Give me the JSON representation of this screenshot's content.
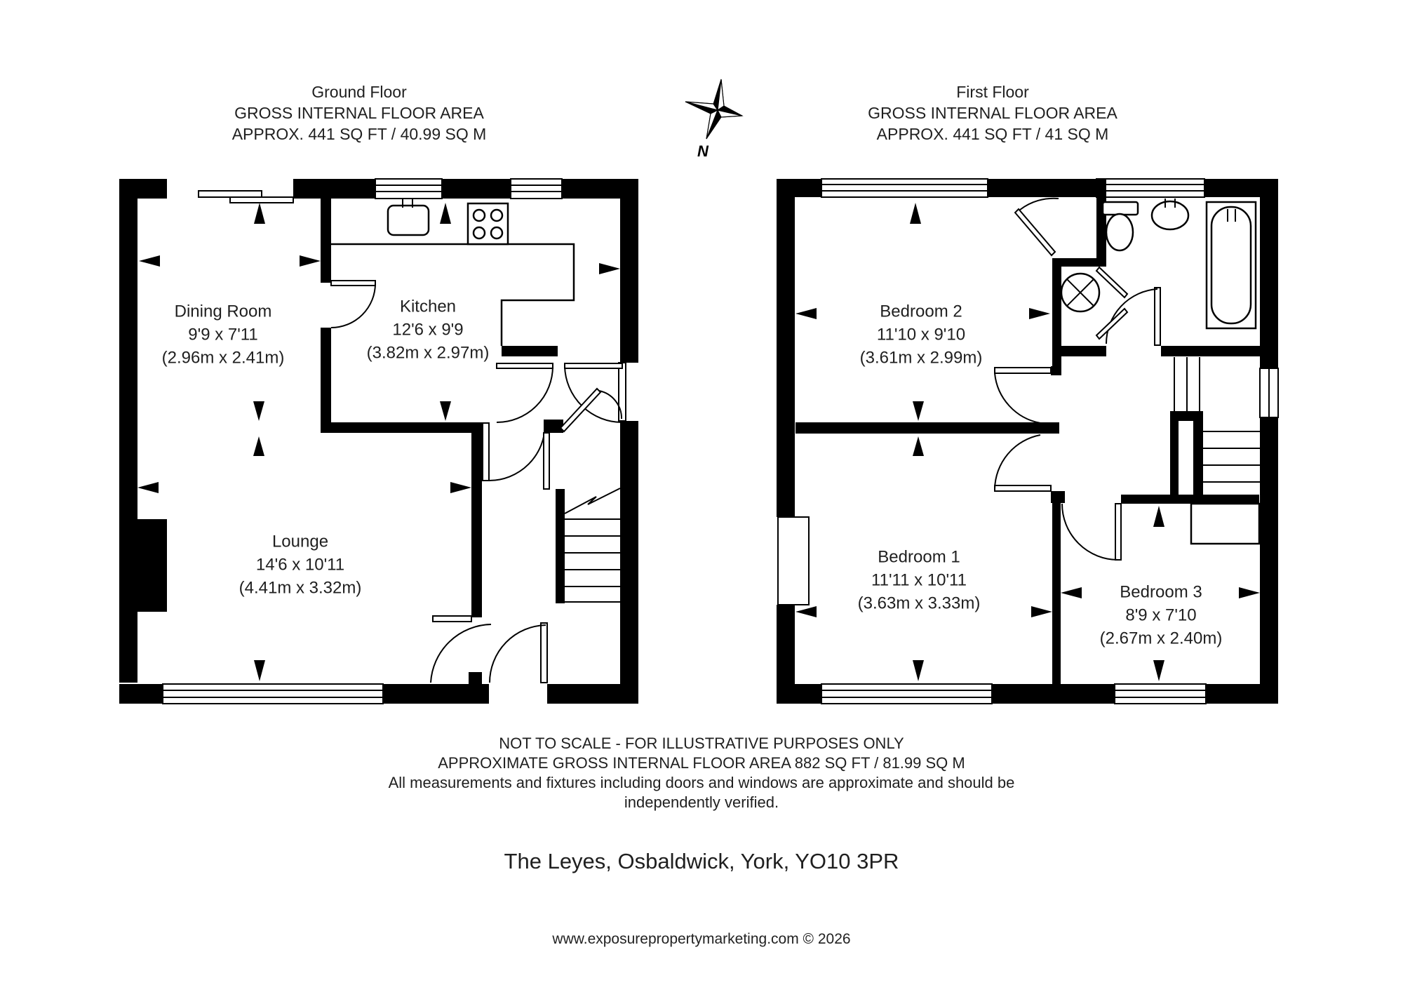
{
  "header_ground": {
    "title": "Ground Floor",
    "line1": "GROSS INTERNAL FLOOR AREA",
    "line2": "APPROX. 441 SQ FT / 40.99 SQ M"
  },
  "header_first": {
    "title": "First Floor",
    "line1": "GROSS INTERNAL FLOOR AREA",
    "line2": "APPROX. 441 SQ FT / 41 SQ M"
  },
  "compass": {
    "label": "N"
  },
  "ground_floor": {
    "rooms": [
      {
        "name": "Dining Room",
        "imperial": "9'9 x 7'11",
        "metric": "(2.96m x 2.41m)"
      },
      {
        "name": "Kitchen",
        "imperial": "12'6 x 9'9",
        "metric": "(3.82m x 2.97m)"
      },
      {
        "name": "Lounge",
        "imperial": "14'6 x 10'11",
        "metric": "(4.41m x 3.32m)"
      }
    ]
  },
  "first_floor": {
    "rooms": [
      {
        "name": "Bedroom 2",
        "imperial": "11'10 x 9'10",
        "metric": "(3.61m x 2.99m)"
      },
      {
        "name": "Bedroom 1",
        "imperial": "11'11 x 10'11",
        "metric": "(3.63m x 3.33m)"
      },
      {
        "name": "Bedroom 3",
        "imperial": "8'9 x 7'10",
        "metric": "(2.67m x 2.40m)"
      }
    ]
  },
  "disclaimer": {
    "line1": "NOT TO SCALE - FOR ILLUSTRATIVE PURPOSES ONLY",
    "line2": "APPROXIMATE GROSS INTERNAL FLOOR AREA 882 SQ FT / 81.99 SQ M",
    "line3": "All measurements and fixtures including doors and windows are approximate and should be independently verified."
  },
  "address": "The Leyes, Osbaldwick, York, YO10 3PR",
  "footer": "www.exposurepropertymarketing.com © 2026",
  "colors": {
    "wall": "#000000",
    "background": "#ffffff",
    "text": "#1f1f1f"
  }
}
